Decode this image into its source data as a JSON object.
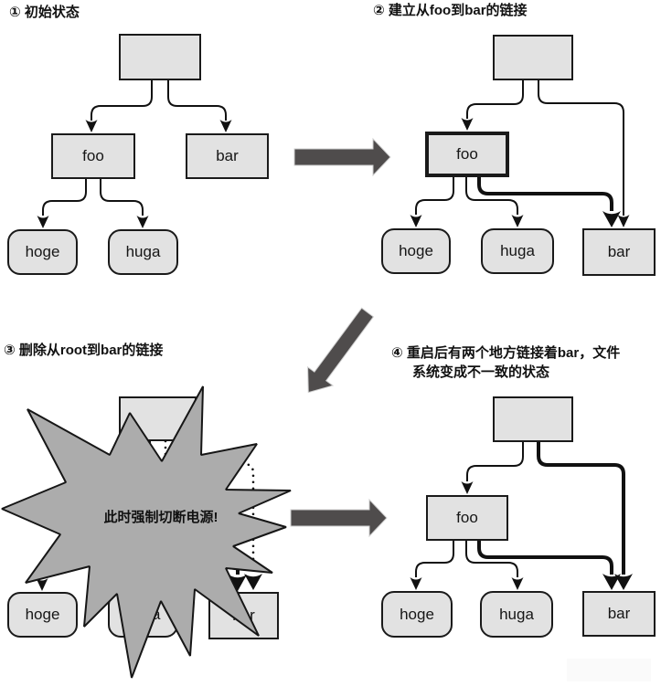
{
  "colors": {
    "background": "#ffffff",
    "node_fill": "#e2e2e2",
    "node_border": "#1a1a1a",
    "burst_fill": "#acacac",
    "big_arrow": "#4f4c4c",
    "arrow": "#111111"
  },
  "labels": {
    "foo": "foo",
    "bar": "bar",
    "hoge": "hoge",
    "huga": "huga"
  },
  "panels": {
    "p1": {
      "title": "① 初始状态"
    },
    "p2": {
      "title": "② 建立从foo到bar的链接"
    },
    "p3": {
      "title": "③ 删除从root到bar的链接",
      "burst_text": "此时强制切断电源!"
    },
    "p4": {
      "title_line1": "④ 重启后有两个地方链接着bar，文件",
      "title_line2": "系统变成不一致的状态"
    }
  }
}
